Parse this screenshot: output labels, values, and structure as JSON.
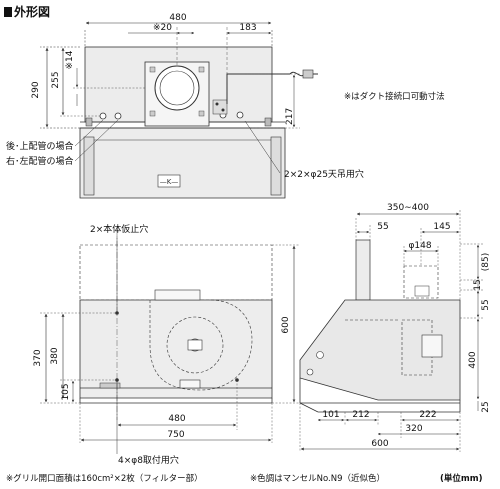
{
  "title": "外形図",
  "notes": {
    "duct": "※はダクト接続口可動寸法",
    "grille": "※グリル開口面積は160cm²×2枚（フィルター部）",
    "color": "※色調はマンセルNo.N9（近似色）",
    "unit": "(単位mm)"
  },
  "top_view": {
    "dims": {
      "width_480": "480",
      "d20": "※20",
      "d183": "183",
      "d14": "※14",
      "d290": "290",
      "d255": "255",
      "d217": "217"
    },
    "labels": {
      "rear_upper_pipe": "後･上配管の場合",
      "right_left_pipe": "右･左配管の場合",
      "ceiling_holes": "2×2×φ25天吊用穴"
    }
  },
  "front_view": {
    "dims": {
      "height_600": "600",
      "d370": "370",
      "d380": "380",
      "d105": "105",
      "width_480": "480",
      "width_750": "750"
    },
    "labels": {
      "temp_holes": "2×本体仮止穴",
      "mount_holes": "4×φ8取付用穴"
    }
  },
  "side_view": {
    "dims": {
      "range_350_400": "350∼400",
      "d55": "55",
      "d145": "145",
      "phi148": "φ148",
      "d85": "(85)",
      "d15": "15",
      "d55r": "55",
      "d400": "400",
      "d101": "101",
      "d212": "212",
      "d222": "222",
      "d320": "320",
      "d25": "25",
      "depth_600": "600"
    }
  },
  "colors": {
    "line": "#333333",
    "hidden": "#555555",
    "text": "#111111",
    "body_fill": "#e9e9e9"
  }
}
